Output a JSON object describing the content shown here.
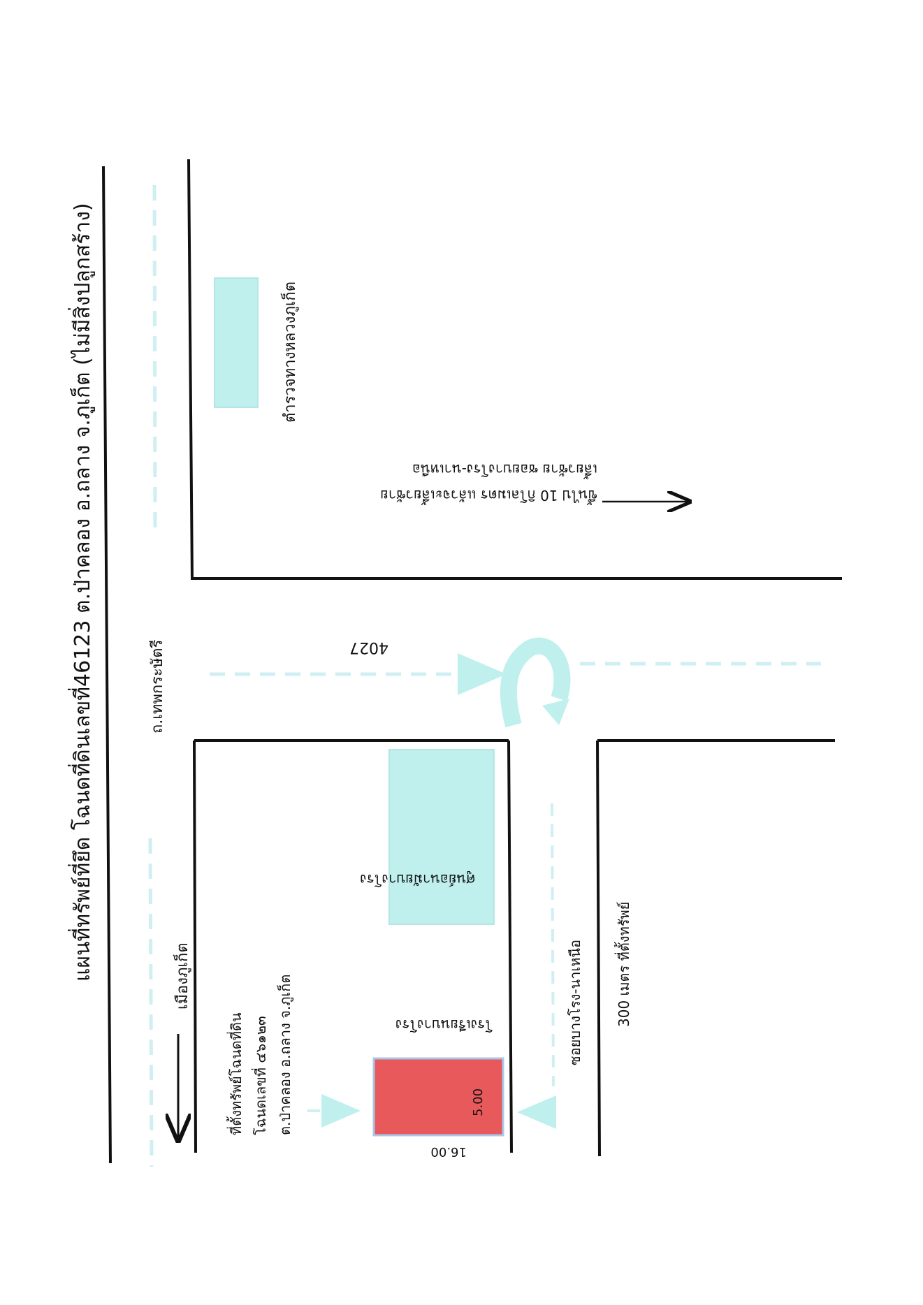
{
  "title": "แผนที่ทรัพย์ที่ยึด โฉนดที่ดินเลขที่46123 ต.ป่าคลอง อ.ถลาง จ.ภูเก็ต (ไม่มีสิ่งปลูกสร้าง)",
  "roads": {
    "main_road_label": "ถ.เทพกระษัตรี",
    "junction_road_number": "4027",
    "side_road_label": "ซอยบางโรง-นาเหนือ"
  },
  "landmarks": {
    "police_station": "ตำรวจทางหลวงภูเก็ต",
    "health_center": "ศูนย์อนามัยบางโรง",
    "school": "โรงเรียนบางโรง"
  },
  "directions": {
    "to_phuket_city": "เมืองภูเก็ต",
    "ahead_line1": "ขึ้นไป 10 กิโลเมตร แล้วจะเลี้ยวซ้าย",
    "ahead_line2": "เลี้ยวซ้าย ซอยบางโรง-นาเหนือ"
  },
  "property": {
    "label_line1": "ที่ตั้งทรัพย์โฉนดที่ดิน",
    "label_line2": "โฉนดเลขที่ ๔๖๑๒๓",
    "label_line3": "ต.ป่าคลอง อ.ถลาง จ.ภูเก็ต",
    "width": "5.00",
    "length": "16.00",
    "distance_note": "300 เมตร ที่ตั้งทรัพย์"
  },
  "colors": {
    "road_line": "#111111",
    "guide_dash": "#cfeff2",
    "landmark_fill": "#bff0ee",
    "property_fill": "#e8595b"
  }
}
